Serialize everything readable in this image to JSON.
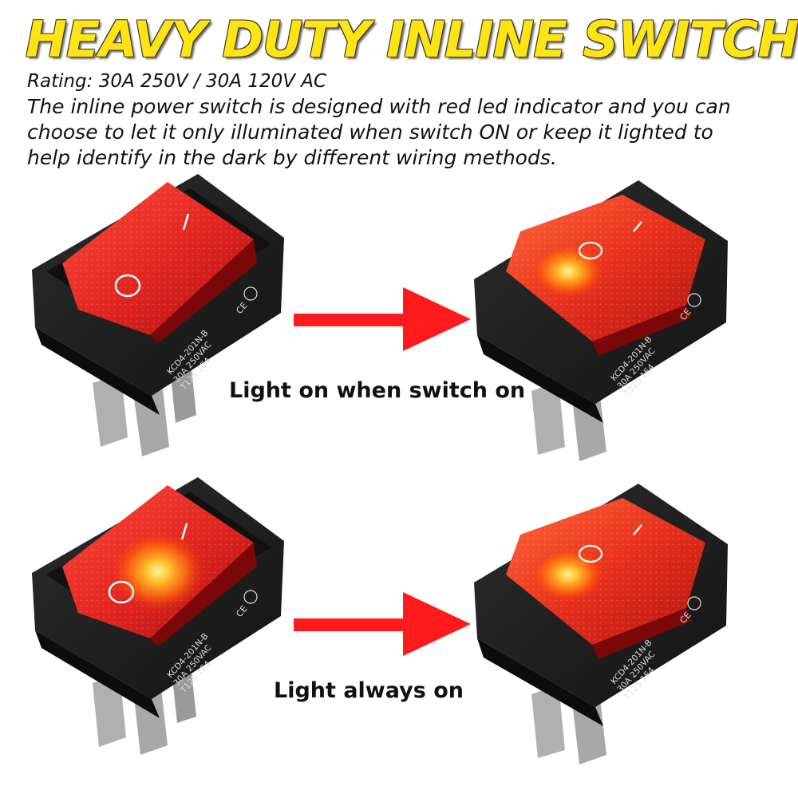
{
  "title": "HEAVY DUTY INLINE SWITCH",
  "rating": "Rating: 30A 250V / 30A 120V AC",
  "description_lines": [
    "The inline power switch is designed with red led indicator and you can",
    "choose to let it only illuminated when switch ON or keep it lighted to",
    "help identify in the dark by different wiring methods."
  ],
  "captions": {
    "light_on_with_switch": "Light on when switch on",
    "light_always_on": "Light always on"
  },
  "switch_markings": {
    "model": "KCD4-201N-B",
    "line2": "30A  250VAC",
    "line3": "T125     1E4",
    "on_symbol": "I",
    "off_symbol": "O"
  },
  "colors": {
    "title_yellow": "#ffe414",
    "rocker_red": "#e0241f",
    "glow": "#ffb020",
    "arrow_red": "#ff1b1b",
    "housing": "#1e1e1e"
  }
}
